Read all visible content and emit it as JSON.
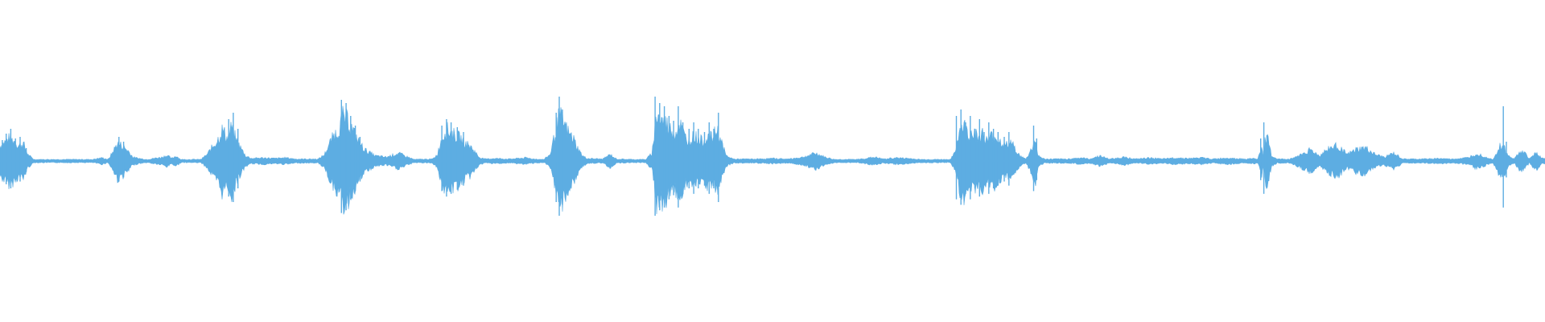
{
  "waveform": {
    "color": "#5DADE2",
    "background": "#FFFFFF",
    "baseline_level": 0.012,
    "peak_envelope": [
      [
        0.0,
        0.12
      ],
      [
        0.003,
        0.15
      ],
      [
        0.006,
        0.18
      ],
      [
        0.009,
        0.16
      ],
      [
        0.012,
        0.12
      ],
      [
        0.015,
        0.14
      ],
      [
        0.018,
        0.05
      ],
      [
        0.022,
        0.012
      ],
      [
        0.06,
        0.012
      ],
      [
        0.066,
        0.025
      ],
      [
        0.07,
        0.012
      ],
      [
        0.072,
        0.05
      ],
      [
        0.076,
        0.14
      ],
      [
        0.079,
        0.12
      ],
      [
        0.083,
        0.08
      ],
      [
        0.086,
        0.03
      ],
      [
        0.09,
        0.02
      ],
      [
        0.095,
        0.012
      ],
      [
        0.105,
        0.03
      ],
      [
        0.108,
        0.045
      ],
      [
        0.111,
        0.02
      ],
      [
        0.114,
        0.04
      ],
      [
        0.117,
        0.012
      ],
      [
        0.13,
        0.012
      ],
      [
        0.134,
        0.05
      ],
      [
        0.138,
        0.12
      ],
      [
        0.141,
        0.17
      ],
      [
        0.144,
        0.25
      ],
      [
        0.147,
        0.18
      ],
      [
        0.15,
        0.27
      ],
      [
        0.153,
        0.16
      ],
      [
        0.156,
        0.1
      ],
      [
        0.159,
        0.04
      ],
      [
        0.163,
        0.02
      ],
      [
        0.17,
        0.025
      ],
      [
        0.178,
        0.02
      ],
      [
        0.185,
        0.025
      ],
      [
        0.192,
        0.015
      ],
      [
        0.206,
        0.015
      ],
      [
        0.21,
        0.05
      ],
      [
        0.213,
        0.13
      ],
      [
        0.216,
        0.2
      ],
      [
        0.219,
        0.24
      ],
      [
        0.222,
        0.35
      ],
      [
        0.225,
        0.32
      ],
      [
        0.228,
        0.25
      ],
      [
        0.231,
        0.18
      ],
      [
        0.234,
        0.12
      ],
      [
        0.237,
        0.08
      ],
      [
        0.24,
        0.06
      ],
      [
        0.243,
        0.04
      ],
      [
        0.25,
        0.03
      ],
      [
        0.258,
        0.06
      ],
      [
        0.262,
        0.04
      ],
      [
        0.268,
        0.012
      ],
      [
        0.28,
        0.015
      ],
      [
        0.283,
        0.05
      ],
      [
        0.286,
        0.18
      ],
      [
        0.289,
        0.25
      ],
      [
        0.292,
        0.22
      ],
      [
        0.295,
        0.2
      ],
      [
        0.298,
        0.18
      ],
      [
        0.301,
        0.14
      ],
      [
        0.304,
        0.12
      ],
      [
        0.307,
        0.08
      ],
      [
        0.31,
        0.03
      ],
      [
        0.314,
        0.015
      ],
      [
        0.32,
        0.02
      ],
      [
        0.33,
        0.015
      ],
      [
        0.34,
        0.025
      ],
      [
        0.346,
        0.015
      ],
      [
        0.352,
        0.012
      ],
      [
        0.356,
        0.05
      ],
      [
        0.359,
        0.2
      ],
      [
        0.362,
        0.36
      ],
      [
        0.365,
        0.3
      ],
      [
        0.368,
        0.22
      ],
      [
        0.371,
        0.18
      ],
      [
        0.374,
        0.1
      ],
      [
        0.377,
        0.04
      ],
      [
        0.38,
        0.02
      ],
      [
        0.39,
        0.015
      ],
      [
        0.395,
        0.05
      ],
      [
        0.399,
        0.015
      ],
      [
        0.41,
        0.012
      ],
      [
        0.418,
        0.012
      ],
      [
        0.422,
        0.06
      ],
      [
        0.425,
        0.38
      ],
      [
        0.428,
        0.32
      ],
      [
        0.431,
        0.3
      ],
      [
        0.434,
        0.25
      ],
      [
        0.437,
        0.22
      ],
      [
        0.44,
        0.3
      ],
      [
        0.443,
        0.2
      ],
      [
        0.446,
        0.15
      ],
      [
        0.449,
        0.2
      ],
      [
        0.452,
        0.18
      ],
      [
        0.455,
        0.15
      ],
      [
        0.458,
        0.2
      ],
      [
        0.461,
        0.18
      ],
      [
        0.464,
        0.25
      ],
      [
        0.467,
        0.15
      ],
      [
        0.47,
        0.04
      ],
      [
        0.475,
        0.015
      ],
      [
        0.49,
        0.015
      ],
      [
        0.5,
        0.02
      ],
      [
        0.51,
        0.015
      ],
      [
        0.52,
        0.03
      ],
      [
        0.528,
        0.06
      ],
      [
        0.534,
        0.03
      ],
      [
        0.54,
        0.012
      ],
      [
        0.555,
        0.012
      ],
      [
        0.56,
        0.02
      ],
      [
        0.566,
        0.03
      ],
      [
        0.572,
        0.015
      ],
      [
        0.58,
        0.025
      ],
      [
        0.588,
        0.02
      ],
      [
        0.595,
        0.012
      ],
      [
        0.615,
        0.012
      ],
      [
        0.618,
        0.06
      ],
      [
        0.621,
        0.25
      ],
      [
        0.624,
        0.28
      ],
      [
        0.627,
        0.2
      ],
      [
        0.63,
        0.24
      ],
      [
        0.633,
        0.18
      ],
      [
        0.636,
        0.22
      ],
      [
        0.639,
        0.15
      ],
      [
        0.642,
        0.2
      ],
      [
        0.645,
        0.18
      ],
      [
        0.648,
        0.15
      ],
      [
        0.651,
        0.12
      ],
      [
        0.654,
        0.15
      ],
      [
        0.657,
        0.1
      ],
      [
        0.66,
        0.04
      ],
      [
        0.664,
        0.015
      ],
      [
        0.668,
        0.1
      ],
      [
        0.67,
        0.18
      ],
      [
        0.672,
        0.04
      ],
      [
        0.676,
        0.015
      ],
      [
        0.69,
        0.015
      ],
      [
        0.7,
        0.025
      ],
      [
        0.705,
        0.015
      ],
      [
        0.712,
        0.04
      ],
      [
        0.718,
        0.015
      ],
      [
        0.728,
        0.03
      ],
      [
        0.735,
        0.015
      ],
      [
        0.745,
        0.025
      ],
      [
        0.752,
        0.015
      ],
      [
        0.76,
        0.025
      ],
      [
        0.77,
        0.02
      ],
      [
        0.778,
        0.025
      ],
      [
        0.785,
        0.015
      ],
      [
        0.795,
        0.025
      ],
      [
        0.805,
        0.015
      ],
      [
        0.812,
        0.02
      ],
      [
        0.818,
        0.012
      ],
      [
        0.814,
        0.012
      ],
      [
        0.817,
        0.12
      ],
      [
        0.819,
        0.2
      ],
      [
        0.821,
        0.15
      ],
      [
        0.823,
        0.04
      ],
      [
        0.827,
        0.015
      ],
      [
        0.835,
        0.015
      ],
      [
        0.842,
        0.05
      ],
      [
        0.848,
        0.09
      ],
      [
        0.854,
        0.04
      ],
      [
        0.86,
        0.1
      ],
      [
        0.866,
        0.12
      ],
      [
        0.872,
        0.05
      ],
      [
        0.878,
        0.09
      ],
      [
        0.884,
        0.1
      ],
      [
        0.89,
        0.05
      ],
      [
        0.896,
        0.03
      ],
      [
        0.902,
        0.06
      ],
      [
        0.908,
        0.015
      ],
      [
        0.92,
        0.015
      ],
      [
        0.93,
        0.02
      ],
      [
        0.94,
        0.015
      ],
      [
        0.95,
        0.025
      ],
      [
        0.956,
        0.06
      ],
      [
        0.962,
        0.03
      ],
      [
        0.966,
        0.012
      ],
      [
        0.968,
        0.05
      ],
      [
        0.971,
        0.12
      ],
      [
        0.974,
        0.1
      ],
      [
        0.976,
        0.04
      ],
      [
        0.98,
        0.015
      ],
      [
        0.984,
        0.08
      ],
      [
        0.987,
        0.06
      ],
      [
        0.99,
        0.015
      ],
      [
        0.994,
        0.07
      ],
      [
        0.998,
        0.02
      ],
      [
        1.0,
        0.02
      ]
    ],
    "spikes": [
      [
        0.0015,
        0.13
      ],
      [
        0.004,
        0.17
      ],
      [
        0.007,
        0.2
      ],
      [
        0.01,
        0.14
      ],
      [
        0.013,
        0.15
      ],
      [
        0.017,
        0.08
      ],
      [
        0.077,
        0.15
      ],
      [
        0.08,
        0.12
      ],
      [
        0.148,
        0.26
      ],
      [
        0.151,
        0.3
      ],
      [
        0.154,
        0.2
      ],
      [
        0.221,
        0.38
      ],
      [
        0.224,
        0.36
      ],
      [
        0.227,
        0.28
      ],
      [
        0.23,
        0.22
      ],
      [
        0.233,
        0.15
      ],
      [
        0.286,
        0.22
      ],
      [
        0.289,
        0.26
      ],
      [
        0.292,
        0.24
      ],
      [
        0.296,
        0.21
      ],
      [
        0.3,
        0.18
      ],
      [
        0.36,
        0.3
      ],
      [
        0.362,
        0.4
      ],
      [
        0.364,
        0.32
      ],
      [
        0.424,
        0.4
      ],
      [
        0.427,
        0.36
      ],
      [
        0.43,
        0.34
      ],
      [
        0.433,
        0.28
      ],
      [
        0.436,
        0.25
      ],
      [
        0.439,
        0.34
      ],
      [
        0.442,
        0.24
      ],
      [
        0.446,
        0.2
      ],
      [
        0.449,
        0.24
      ],
      [
        0.452,
        0.2
      ],
      [
        0.456,
        0.18
      ],
      [
        0.459,
        0.24
      ],
      [
        0.462,
        0.2
      ],
      [
        0.465,
        0.3
      ],
      [
        0.619,
        0.28
      ],
      [
        0.622,
        0.32
      ],
      [
        0.625,
        0.24
      ],
      [
        0.628,
        0.28
      ],
      [
        0.631,
        0.2
      ],
      [
        0.634,
        0.26
      ],
      [
        0.637,
        0.18
      ],
      [
        0.64,
        0.24
      ],
      [
        0.643,
        0.2
      ],
      [
        0.646,
        0.18
      ],
      [
        0.65,
        0.15
      ],
      [
        0.653,
        0.18
      ],
      [
        0.669,
        0.22
      ],
      [
        0.671,
        0.14
      ],
      [
        0.816,
        0.14
      ],
      [
        0.818,
        0.24
      ],
      [
        0.82,
        0.16
      ],
      [
        0.973,
        0.34
      ],
      [
        0.975,
        0.12
      ]
    ]
  }
}
